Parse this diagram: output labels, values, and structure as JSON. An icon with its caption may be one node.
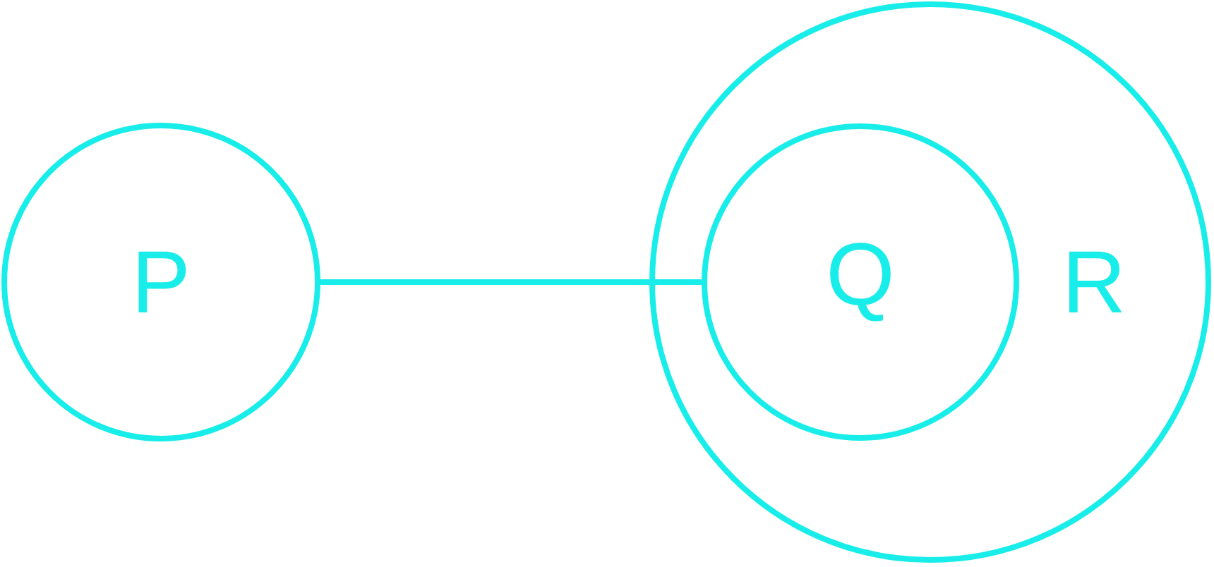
{
  "diagram": {
    "nodes": [
      {
        "text": [
          "P"
        ]
      },
      {
        "text": [
          "R"
        ]
      },
      {
        "text": [
          "Q"
        ],
        "in": 1
      }
    ],
    "edges": [
      {
        "from": 0,
        "to": 2,
        "arrow": "none"
      }
    ]
  }
}
